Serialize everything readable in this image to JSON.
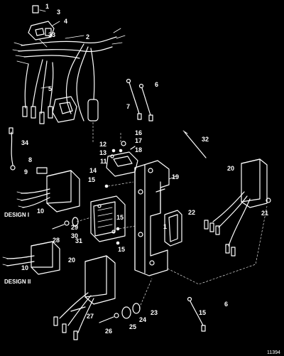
{
  "diagram": {
    "callouts": [
      "1",
      "2",
      "3",
      "4",
      "5",
      "6",
      "7",
      "8",
      "9",
      "10",
      "11",
      "12",
      "13",
      "14",
      "15",
      "16",
      "17",
      "18",
      "19",
      "20",
      "21",
      "22",
      "23",
      "24",
      "25",
      "26",
      "27",
      "28",
      "29",
      "30",
      "31",
      "32",
      "33",
      "34"
    ],
    "callout_1_upper": "1",
    "callout_1_lower": "1",
    "callout_6_upper": "6",
    "callout_6_lower": "6",
    "callout_7": "7",
    "callout_10_upper": "10",
    "callout_10_lower": "10",
    "callout_15_a": "15",
    "callout_15_b": "15",
    "callout_15_c": "15",
    "callout_15_d": "15",
    "callout_20_right": "20",
    "callout_20_left": "20",
    "design_labels": [
      "DESIGN I",
      "DESIGN II"
    ],
    "figure_code": "11394"
  }
}
